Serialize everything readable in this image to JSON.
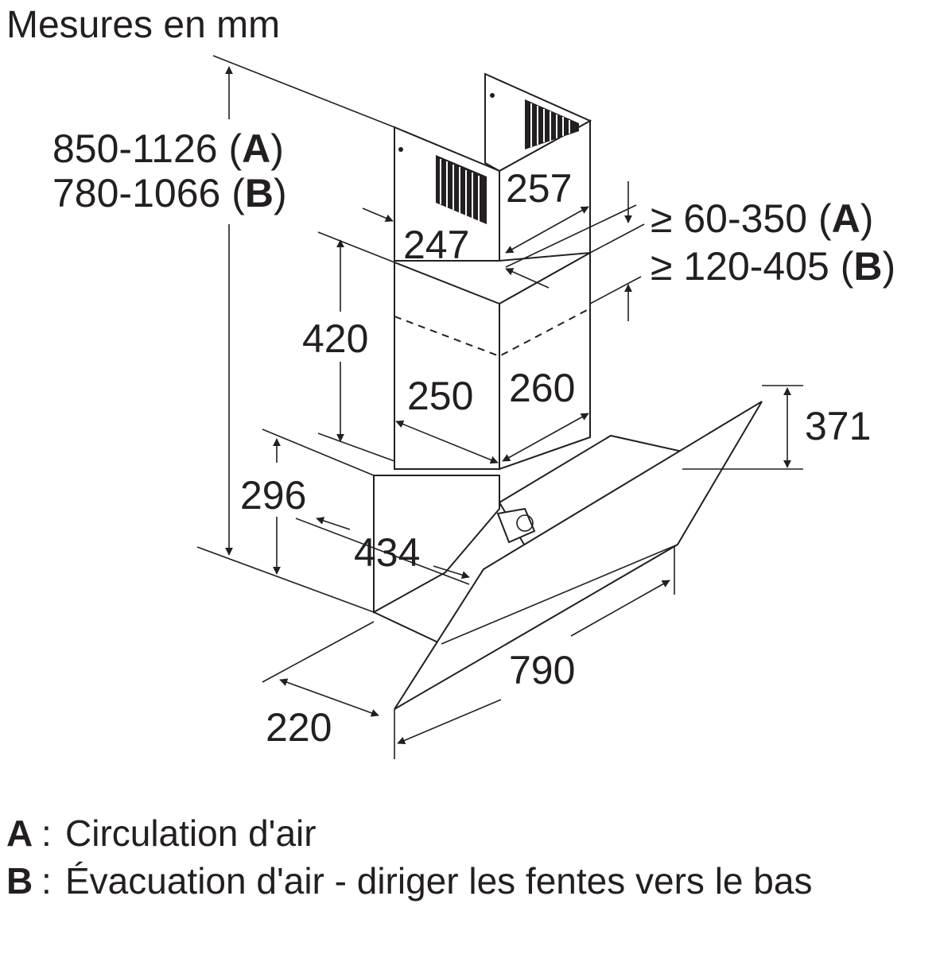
{
  "diagram": {
    "title": "Mesures en mm",
    "dimensions": {
      "total_height_a": "850-1126",
      "total_height_b": "780-1066",
      "upper_chimney_depth": "247",
      "upper_chimney_width": "257",
      "gap_a": "≥ 60-350",
      "gap_b": "≥ 120-405",
      "lower_chimney_height": "420",
      "lower_chimney_depth": "250",
      "lower_chimney_width": "260",
      "glass_height": "371",
      "body_height": "296",
      "body_depth": "434",
      "front_depth": "220",
      "width": "790"
    },
    "markers": {
      "a": "A",
      "b": "B",
      "open_paren": "(",
      "close_paren": ")"
    }
  },
  "legend": [
    {
      "key": "A",
      "text": "Circulation d'air"
    },
    {
      "key": "B",
      "text": "Évacuation d'air - diriger les fentes vers le bas"
    }
  ]
}
